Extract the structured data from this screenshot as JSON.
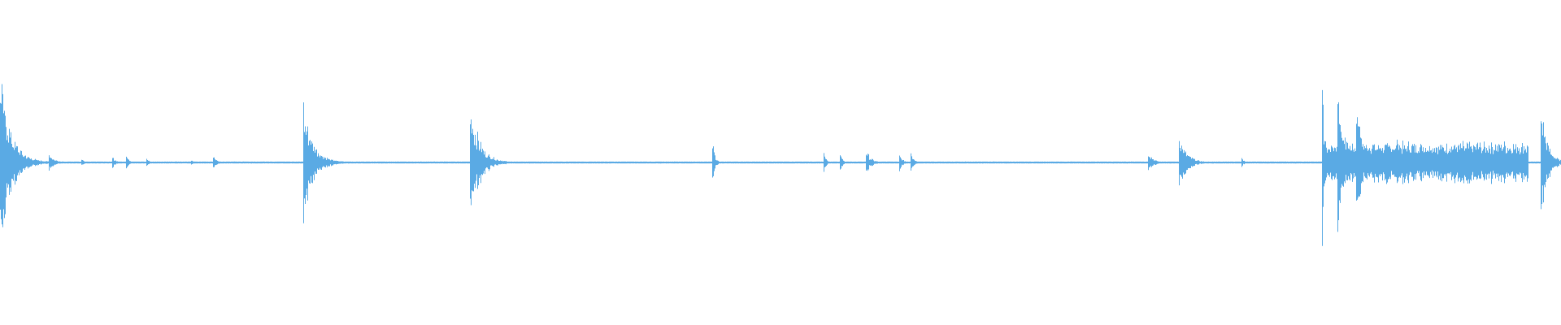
{
  "waveform": {
    "color": "#5aaae4",
    "background": "#ffffff",
    "bursts": [
      {
        "start": 0,
        "duration": 62,
        "peak": 0.92,
        "decay": 0.08
      },
      {
        "start": 60,
        "duration": 20,
        "peak": 0.1,
        "decay": 0.18
      },
      {
        "start": 100,
        "duration": 10,
        "peak": 0.03,
        "decay": 0.3
      },
      {
        "start": 138,
        "duration": 14,
        "peak": 0.06,
        "decay": 0.3
      },
      {
        "start": 155,
        "duration": 6,
        "peak": 0.12,
        "decay": 0.4
      },
      {
        "start": 180,
        "duration": 8,
        "peak": 0.04,
        "decay": 0.4
      },
      {
        "start": 235,
        "duration": 6,
        "peak": 0.03,
        "decay": 0.4
      },
      {
        "start": 262,
        "duration": 10,
        "peak": 0.07,
        "decay": 0.3
      },
      {
        "start": 373,
        "duration": 50,
        "peak": 0.62,
        "decay": 0.09
      },
      {
        "start": 578,
        "duration": 45,
        "peak": 0.62,
        "decay": 0.09
      },
      {
        "start": 876,
        "duration": 8,
        "peak": 0.22,
        "decay": 0.35
      },
      {
        "start": 1013,
        "duration": 6,
        "peak": 0.1,
        "decay": 0.4
      },
      {
        "start": 1033,
        "duration": 6,
        "peak": 0.12,
        "decay": 0.4
      },
      {
        "start": 1065,
        "duration": 20,
        "peak": 0.13,
        "decay": 0.2
      },
      {
        "start": 1106,
        "duration": 8,
        "peak": 0.09,
        "decay": 0.3
      },
      {
        "start": 1120,
        "duration": 14,
        "peak": 0.12,
        "decay": 0.3
      },
      {
        "start": 1412,
        "duration": 18,
        "peak": 0.12,
        "decay": 0.2
      },
      {
        "start": 1450,
        "duration": 40,
        "peak": 0.3,
        "decay": 0.12
      },
      {
        "start": 1527,
        "duration": 6,
        "peak": 0.05,
        "decay": 0.4
      },
      {
        "start": 1626,
        "duration": 10,
        "peak": 0.85,
        "decay": 0.3
      },
      {
        "start": 1645,
        "duration": 30,
        "peak": 0.85,
        "decay": 0.12
      },
      {
        "start": 1668,
        "duration": 18,
        "peak": 0.7,
        "decay": 0.15
      },
      {
        "start": 1718,
        "duration": 18,
        "peak": 0.32,
        "decay": 0.2
      },
      {
        "start": 1895,
        "duration": 25,
        "peak": 0.65,
        "decay": 0.14
      }
    ],
    "sustained": [
      {
        "start": 1630,
        "end": 1880,
        "level": 0.18
      }
    ]
  }
}
